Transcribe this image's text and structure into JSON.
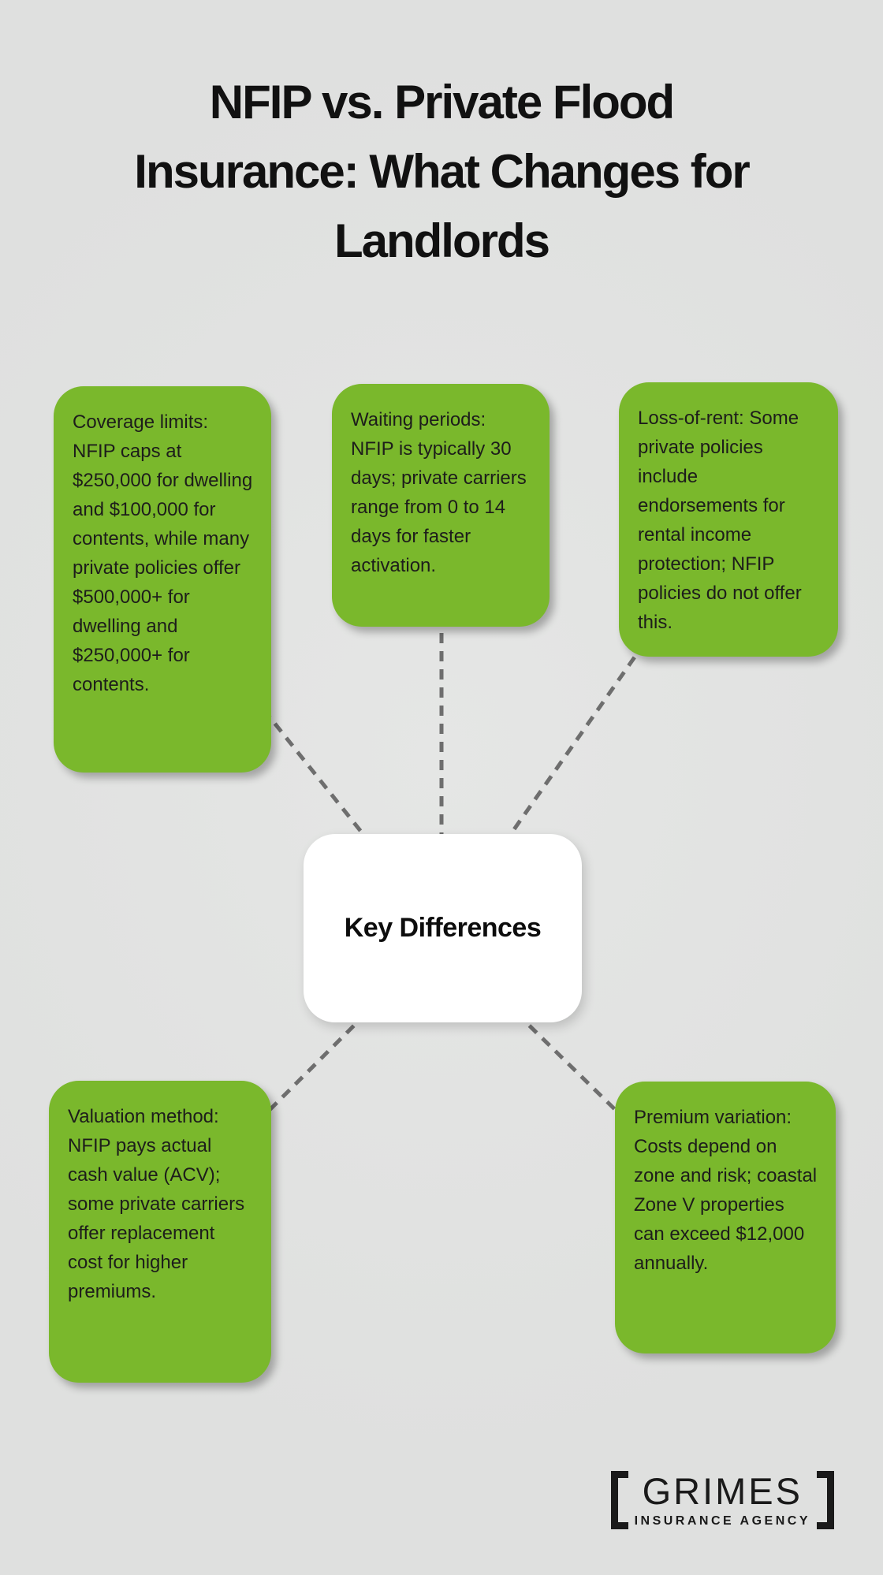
{
  "title": "NFIP vs. Private Flood Insurance: What Changes for Landlords",
  "title_lines": [
    "NFIP vs. Private Flood",
    "Insurance: What Changes for",
    "Landlords"
  ],
  "center": {
    "label": "Key Differences"
  },
  "items": [
    {
      "id": "coverage-limits",
      "text": "Coverage limits: NFIP caps at $250,000 for dwelling and $100,000 for contents, while many private policies offer $500,000+ for dwelling and $250,000+ for contents."
    },
    {
      "id": "waiting-periods",
      "text": "Waiting periods: NFIP is typically 30 days; private carriers range from 0 to 14 days for faster activation."
    },
    {
      "id": "loss-of-rent",
      "text": "Loss-of-rent: Some private policies include endorsements for rental income protection; NFIP policies do not offer this."
    },
    {
      "id": "valuation-method",
      "text": "Valuation method: NFIP pays actual cash value (ACV); some private carriers offer replacement cost for higher premiums."
    },
    {
      "id": "premium-variation",
      "text": "Premium variation: Costs depend on zone and risk; coastal Zone V properties can exceed $12,000 annually."
    }
  ],
  "logo": {
    "name": "GRIMES",
    "subtitle": "INSURANCE AGENCY"
  },
  "colors": {
    "background": "#dfe0df",
    "background_light": "#e5e6e5",
    "accent_green": "#7ab82c",
    "box_text": "#1d1d1b",
    "center_background": "#ffffff",
    "connector_gray": "#6e6e6e",
    "title_color": "#111111",
    "logo_color": "#1a1a1a"
  }
}
